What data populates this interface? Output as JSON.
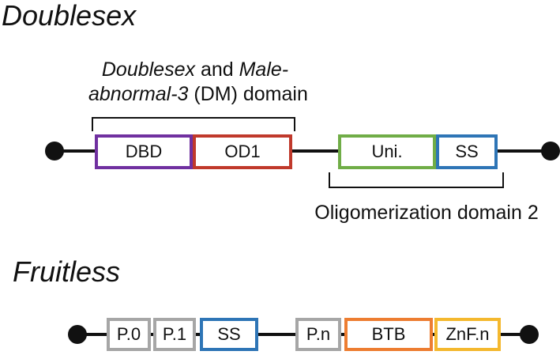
{
  "doublesex": {
    "title": "Doublesex",
    "dm_label": {
      "line1_italic": "Doublesex",
      "line1_rest": " and ",
      "line1_italic2": "Male-",
      "line2_italic": "abnormal-3",
      "line2_rest": " (DM) domain"
    },
    "od2_label": "Oligomerization domain 2",
    "domains": [
      {
        "label": "DBD",
        "color": "#7030A0"
      },
      {
        "label": "OD1",
        "color": "#C0392B"
      },
      {
        "label": "Uni.",
        "color": "#70AD47"
      },
      {
        "label": "SS",
        "color": "#2E75B6"
      }
    ]
  },
  "fruitless": {
    "title": "Fruitless",
    "domains": [
      {
        "label": "P.0",
        "color": "#A6A6A6"
      },
      {
        "label": "P.1",
        "color": "#A6A6A6"
      },
      {
        "label": "SS",
        "color": "#2E75B6"
      },
      {
        "label": "P.n",
        "color": "#A6A6A6"
      },
      {
        "label": "BTB",
        "color": "#ED7D31"
      },
      {
        "label": "ZnF.n",
        "color": "#F4B82E"
      }
    ]
  }
}
